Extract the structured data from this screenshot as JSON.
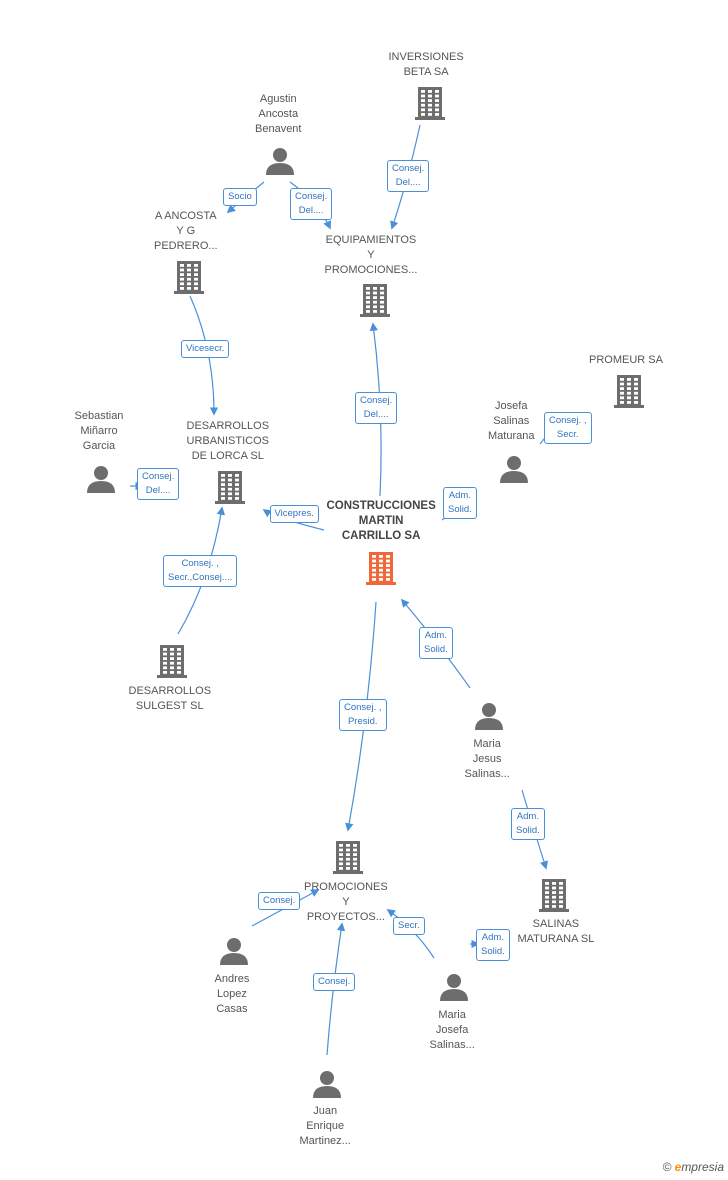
{
  "nodes": [
    {
      "id": "inversiones",
      "type": "company",
      "lines": [
        "INVERSIONES",
        "BETA SA"
      ]
    },
    {
      "id": "agustin",
      "type": "person",
      "lines": [
        "Agustin",
        "Ancosta",
        "Benavent"
      ]
    },
    {
      "id": "ancosta",
      "type": "company",
      "lines": [
        "A ANCOSTA",
        "Y G",
        "PEDRERO..."
      ]
    },
    {
      "id": "equipamientos",
      "type": "company",
      "lines": [
        "EQUIPAMIENTOS",
        "Y",
        "PROMOCIONES..."
      ]
    },
    {
      "id": "promeur",
      "type": "company",
      "lines": [
        "PROMEUR SA"
      ]
    },
    {
      "id": "josefa",
      "type": "person",
      "lines": [
        "Josefa",
        "Salinas",
        "Maturana"
      ]
    },
    {
      "id": "sebastian",
      "type": "person",
      "lines": [
        "Sebastian",
        "Miñarro",
        "Garcia"
      ]
    },
    {
      "id": "desarrollos_lorca",
      "type": "company",
      "lines": [
        "DESARROLLOS",
        "URBANISTICOS",
        "DE LORCA SL"
      ]
    },
    {
      "id": "construcciones",
      "type": "company_main",
      "lines": [
        "CONSTRUCCIONES",
        "MARTIN",
        "CARRILLO SA"
      ]
    },
    {
      "id": "sulgest",
      "type": "company",
      "lines": [
        "DESARROLLOS",
        "SULGEST SL"
      ]
    },
    {
      "id": "maria_jesus",
      "type": "person",
      "lines": [
        "Maria",
        "Jesus",
        "Salinas..."
      ]
    },
    {
      "id": "promociones",
      "type": "company",
      "lines": [
        "PROMOCIONES",
        "Y",
        "PROYECTOS..."
      ]
    },
    {
      "id": "salinas_sl",
      "type": "company",
      "lines": [
        "SALINAS",
        "MATURANA SL"
      ]
    },
    {
      "id": "andres",
      "type": "person",
      "lines": [
        "Andres",
        "Lopez",
        "Casas"
      ]
    },
    {
      "id": "maria_josefa",
      "type": "person",
      "lines": [
        "Maria",
        "Josefa",
        "Salinas..."
      ]
    },
    {
      "id": "juan",
      "type": "person",
      "lines": [
        "Juan",
        "Enrique",
        "Martinez..."
      ]
    }
  ],
  "edges": [
    {
      "id": "e1",
      "lines": [
        "Consej.",
        "Del...."
      ]
    },
    {
      "id": "e2",
      "lines": [
        "Socio"
      ]
    },
    {
      "id": "e3",
      "lines": [
        "Consej.",
        "Del...."
      ]
    },
    {
      "id": "e4",
      "lines": [
        "Vicesecr."
      ]
    },
    {
      "id": "e5",
      "lines": [
        "Consej.",
        "Del...."
      ]
    },
    {
      "id": "e6",
      "lines": [
        "Consej. ,",
        "Secr."
      ]
    },
    {
      "id": "e7",
      "lines": [
        "Consej.",
        "Del...."
      ]
    },
    {
      "id": "e8",
      "lines": [
        "Adm.",
        "Solid."
      ]
    },
    {
      "id": "e9",
      "lines": [
        "Vicepres."
      ]
    },
    {
      "id": "e10",
      "lines": [
        "Consej. ,",
        "Secr.,Consej...."
      ]
    },
    {
      "id": "e11",
      "lines": [
        "Adm.",
        "Solid."
      ]
    },
    {
      "id": "e12",
      "lines": [
        "Consej. ,",
        "Presid."
      ]
    },
    {
      "id": "e13",
      "lines": [
        "Adm.",
        "Solid."
      ]
    },
    {
      "id": "e14",
      "lines": [
        "Consej."
      ]
    },
    {
      "id": "e15",
      "lines": [
        "Secr."
      ]
    },
    {
      "id": "e16",
      "lines": [
        "Adm.",
        "Solid."
      ]
    },
    {
      "id": "e17",
      "lines": [
        "Consej."
      ]
    }
  ],
  "colors": {
    "edge": "#4a90d9",
    "node": "#6d6d6d",
    "main": "#f0683a"
  },
  "footer": {
    "copyright": "©",
    "brand_e": "e",
    "brand_rest": "mpresia"
  }
}
